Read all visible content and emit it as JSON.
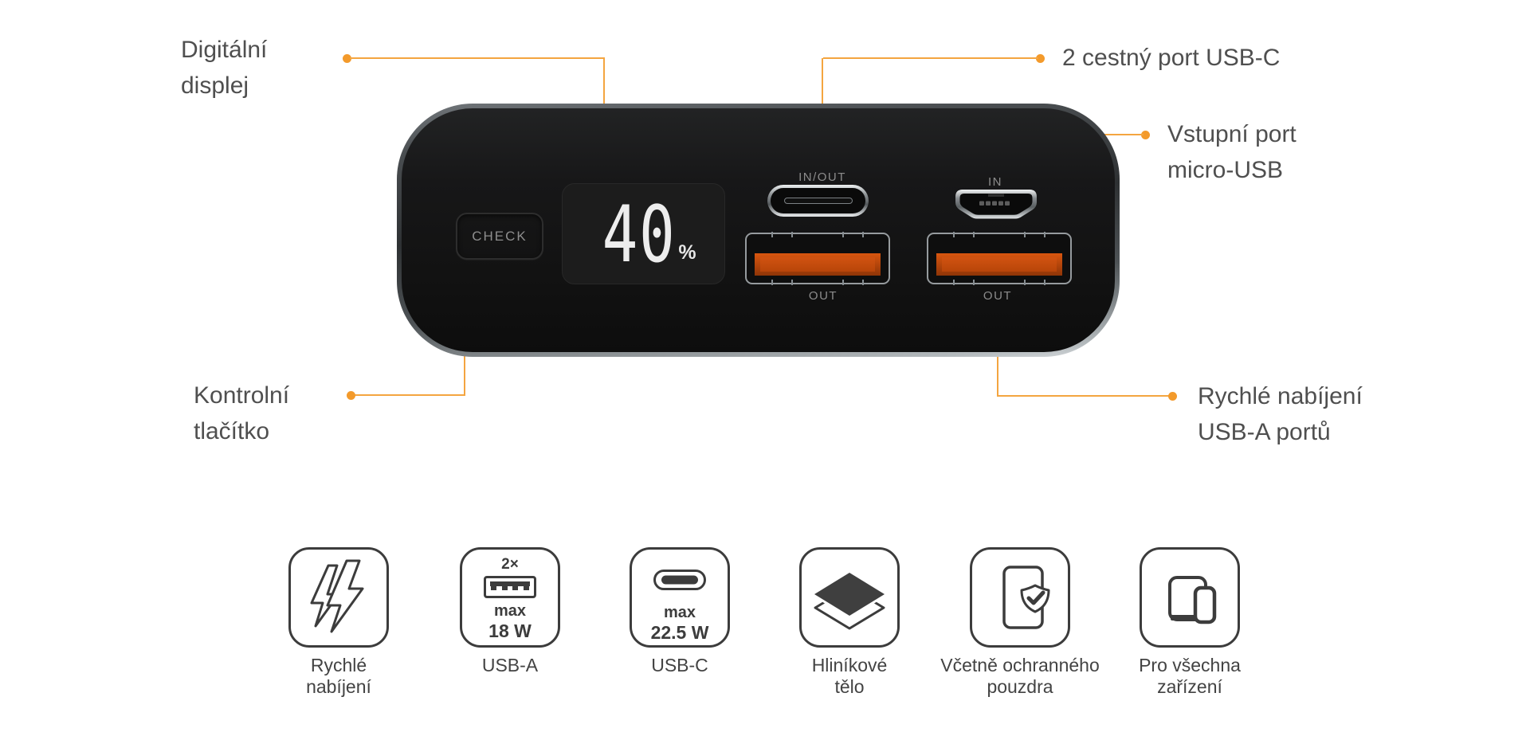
{
  "callouts": {
    "display": {
      "line1": "Digitální",
      "line2": "displej"
    },
    "usb_c": {
      "line1": "2 cestný port USB-C"
    },
    "micro_usb": {
      "line1": "Vstupní port",
      "line2": "micro-USB"
    },
    "check": {
      "line1": "Kontrolní",
      "line2": "tlačítko"
    },
    "usb_a": {
      "line1": "Rychlé nabíjení",
      "line2": "USB-A portů"
    }
  },
  "device": {
    "check_button_label": "CHECK",
    "display": {
      "percent_value": "40",
      "percent_symbol": "%"
    },
    "usb_c_port_label": "IN/OUT",
    "micro_usb_port_label": "IN",
    "usb_a_port1_label": "OUT",
    "usb_a_port2_label": "OUT"
  },
  "features": [
    {
      "icon": "lightning-icon",
      "label_line1": "Rychlé",
      "label_line2": "nabíjení"
    },
    {
      "icon": "usb-a-icon",
      "badge": "2×",
      "spec_label": "max",
      "spec_value": "18 W",
      "label_line1": "USB-A",
      "label_line2": ""
    },
    {
      "icon": "usb-c-icon",
      "spec_label": "max",
      "spec_value": "22.5 W",
      "label_line1": "USB-C",
      "label_line2": ""
    },
    {
      "icon": "layers-icon",
      "label_line1": "Hliníkové",
      "label_line2": "tělo"
    },
    {
      "icon": "case-shield-icon",
      "label_line1": "Včetně ochranného",
      "label_line2": "pouzdra"
    },
    {
      "icon": "devices-icon",
      "label_line1": "Pro všechna",
      "label_line2": "zařízení"
    }
  ],
  "colors": {
    "accent_orange": "#F39A2B",
    "accent_line": "#F4A540",
    "label_text": "#4F4F4F",
    "device_body": "#141414",
    "port_label_gray": "#8C8C8C",
    "usb_tongue_orange": "#C94B0D",
    "icon_stroke": "#3C3C3C"
  }
}
